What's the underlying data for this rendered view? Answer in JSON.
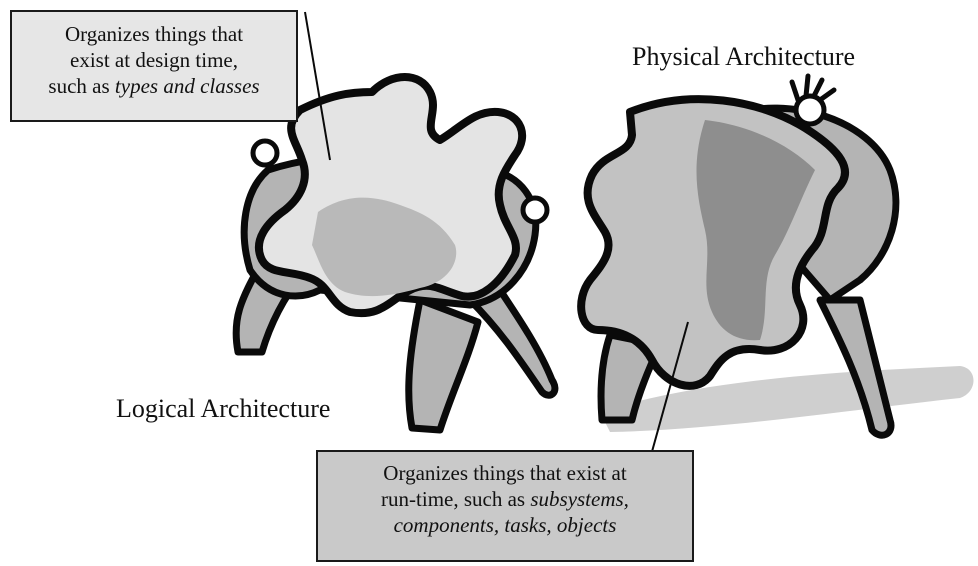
{
  "callouts": {
    "design_time": {
      "line1": "Organizes things that",
      "line2": "exist at design time,",
      "line3_prefix": "such as ",
      "line3_italic": "types and classes"
    },
    "run_time": {
      "line1": "Organizes things that exist at",
      "line2_prefix": "run-time, such as ",
      "line2_italic": "subsystems,",
      "line3_italic": "components, tasks, objects"
    }
  },
  "labels": {
    "physical": "Physical Architecture",
    "logical": "Logical Architecture"
  },
  "illustration": {
    "description_icons": [
      "left-figure-icon",
      "right-figure-icon",
      "puzzle-piece-light-icon",
      "puzzle-piece-dark-icon"
    ],
    "colors": {
      "figure": "#b4b4b4",
      "puzzle_light": "#e4e4e4",
      "puzzle_mid": "#b9b9b9",
      "puzzle_dark": "#8e8e8e",
      "shadow": "#cfcfcf",
      "outline": "#0a0a0a"
    }
  }
}
